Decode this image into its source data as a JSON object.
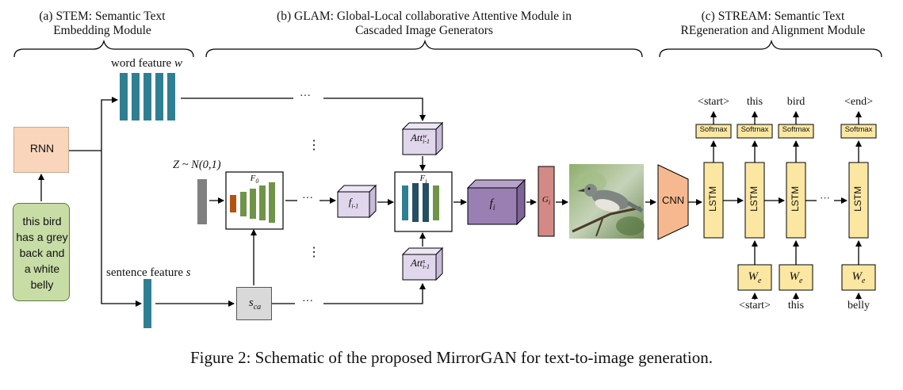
{
  "sections": {
    "stem": {
      "line1": "(a) STEM: Semantic Text",
      "line2": "Embedding Module"
    },
    "glam": {
      "line1": "(b) GLAM: Global-Local collaborative Attentive Module in",
      "line2": "Cascaded Image Generators"
    },
    "stream": {
      "line1": "(c) STREAM: Semantic Text",
      "line2": "REgeneration and Alignment Module"
    }
  },
  "stem": {
    "rnn": "RNN",
    "caption_lines": [
      "this bird",
      "has a grey",
      "back and",
      "a white",
      "belly"
    ],
    "word_feature": "word feature",
    "word_feature_symbol": "w",
    "sentence_feature": "sentence feature",
    "sentence_feature_symbol": "s"
  },
  "glam": {
    "noise": "Z ~ N(0,1)",
    "f0": "F",
    "f0_sub": "0",
    "fi": "F",
    "fi_sub": "i",
    "fprev": "f",
    "fprev_sub": "i-1",
    "fcur": "f",
    "fcur_sub": "i",
    "gi": "G",
    "gi_sub": "i",
    "att_w": "Att",
    "att_w_sup": "w",
    "att_w_sub": "i-1",
    "att_s": "Att",
    "att_s_sup": "s",
    "att_s_sub": "i-1",
    "sca": "s",
    "sca_sub": "ca",
    "dots": "···",
    "vdots": "⋮"
  },
  "stream": {
    "cnn": "CNN",
    "lstm": "LSTM",
    "softmax": "Softmax",
    "outputs": [
      "<start>",
      "this",
      "bird",
      "<end>"
    ],
    "we": "W",
    "we_sub": "e",
    "inputs": [
      "<start>",
      "this",
      "belly"
    ],
    "dots": "···"
  },
  "caption": "Figure 2: Schematic of the proposed MirrorGAN for text-to-image generation.",
  "colors": {
    "rnn": "#f9d5bc",
    "caption_box": "#c8dca6",
    "teal": "#2f7f93",
    "gray_block": "#808080",
    "sca_box": "#d9d9d9",
    "feature_light": "#e0d7ec",
    "feature_dark": "#9a7fb3",
    "gi": "#d38a86",
    "cnn": "#f6b98f",
    "lstm": "#fbe7a1",
    "orange_bar": "#b5520f",
    "green_bar": "#6f9448",
    "navy_bar": "#234e63"
  }
}
